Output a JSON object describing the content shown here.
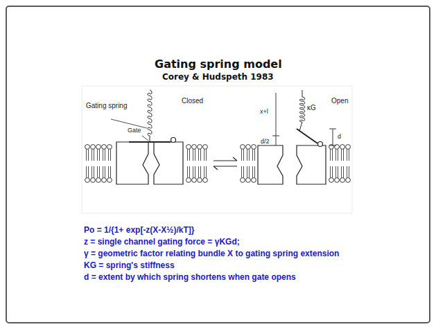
{
  "diagram": {
    "title": "Gating spring model",
    "labels": [
      "Corey & Hudspeth 1983",
      "Gating spring",
      "Gate",
      "Closed",
      "Open",
      "x+l",
      "d/2",
      "κG",
      "d",
      "Po = 1/{1+ exp[-z(X-X½)/kT]}",
      "z = single channel gating force = γKGd;",
      "γ = geometric factor relating bundle X to gating spring extension",
      "KG = spring's stiffness",
      "d = extent by which spring shortens when gate opens"
    ]
  }
}
